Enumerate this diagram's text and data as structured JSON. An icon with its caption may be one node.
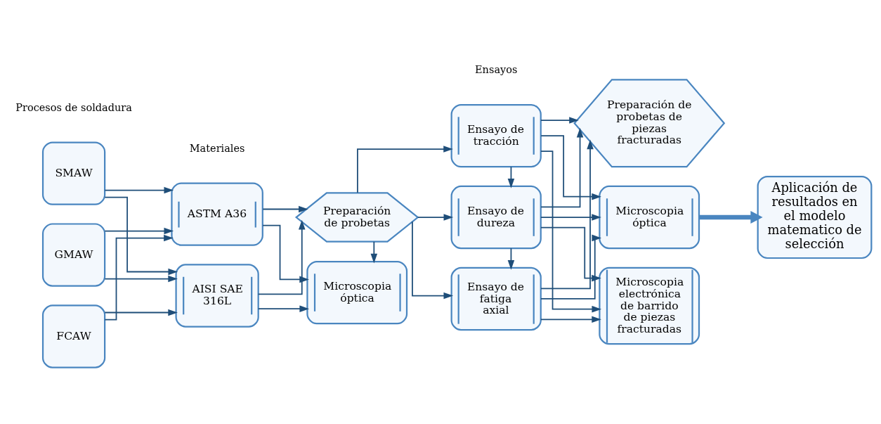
{
  "diagram": {
    "nodes": [
      {
        "text": [
          "SMAW"
        ]
      },
      {
        "text": [
          "GMAW"
        ]
      },
      {
        "text": [
          "FCAW"
        ]
      },
      {
        "text": [
          "ASTM A36"
        ]
      },
      {
        "text": [
          "AISI SAE 316L"
        ]
      },
      {
        "text": [
          "Preparación de probetas"
        ]
      },
      {
        "text": [
          "Microscopia óptica"
        ]
      },
      {
        "text": [
          "Ensayo de tracción"
        ]
      },
      {
        "text": [
          "Ensayo de dureza"
        ]
      },
      {
        "text": [
          "Ensayo de fatiga axial"
        ]
      },
      {
        "text": [
          "Preparación de probetas de piezas fracturadas"
        ]
      },
      {
        "text": [
          "Microscopia óptica"
        ]
      },
      {
        "text": [
          "Microscopia electrónica de barrido de piezas fracturadas"
        ]
      },
      {
        "text": [
          "Aplicación de resultados en el modelo matematico de selección"
        ]
      }
    ],
    "edges": [
      {
        "from": 0,
        "to": 3,
        "arrow": "to"
      },
      {
        "from": 0,
        "to": 4,
        "arrow": "to"
      },
      {
        "from": 1,
        "to": 3,
        "arrow": "to"
      },
      {
        "from": 1,
        "to": 4,
        "arrow": "to"
      },
      {
        "from": 2,
        "to": 3,
        "arrow": "to"
      },
      {
        "from": 2,
        "to": 4,
        "arrow": "to"
      },
      {
        "from": 3,
        "to": 5,
        "arrow": "to"
      },
      {
        "from": 3,
        "to": 6,
        "arrow": "to"
      },
      {
        "from": 4,
        "to": 5,
        "arrow": "to"
      },
      {
        "from": 4,
        "to": 6,
        "arrow": "to"
      },
      {
        "from": 5,
        "to": 6,
        "arrow": "to"
      },
      {
        "from": 5,
        "to": 7,
        "arrow": "to"
      },
      {
        "from": 5,
        "to": 8,
        "arrow": "to"
      },
      {
        "from": 5,
        "to": 9,
        "arrow": "to"
      },
      {
        "from": 7,
        "to": 8,
        "arrow": "to"
      },
      {
        "from": 8,
        "to": 9,
        "arrow": "to"
      },
      {
        "from": 7,
        "to": 10,
        "arrow": "to"
      },
      {
        "from": 7,
        "to": 11,
        "arrow": "to"
      },
      {
        "from": 7,
        "to": 12,
        "arrow": "to"
      },
      {
        "from": 8,
        "to": 10,
        "arrow": "to"
      },
      {
        "from": 8,
        "to": 11,
        "arrow": "to"
      },
      {
        "from": 8,
        "to": 12,
        "arrow": "to"
      },
      {
        "from": 9,
        "to": 10,
        "arrow": "to"
      },
      {
        "from": 9,
        "to": 11,
        "arrow": "to"
      },
      {
        "from": 9,
        "to": 12,
        "arrow": "to"
      },
      {
        "from": 11,
        "to": 13,
        "arrow": "to",
        "style": "thick",
        "color": "#4a86c0"
      }
    ],
    "labels": [
      "Procesos de soldadura",
      "Materiales",
      "Ensayos"
    ]
  }
}
